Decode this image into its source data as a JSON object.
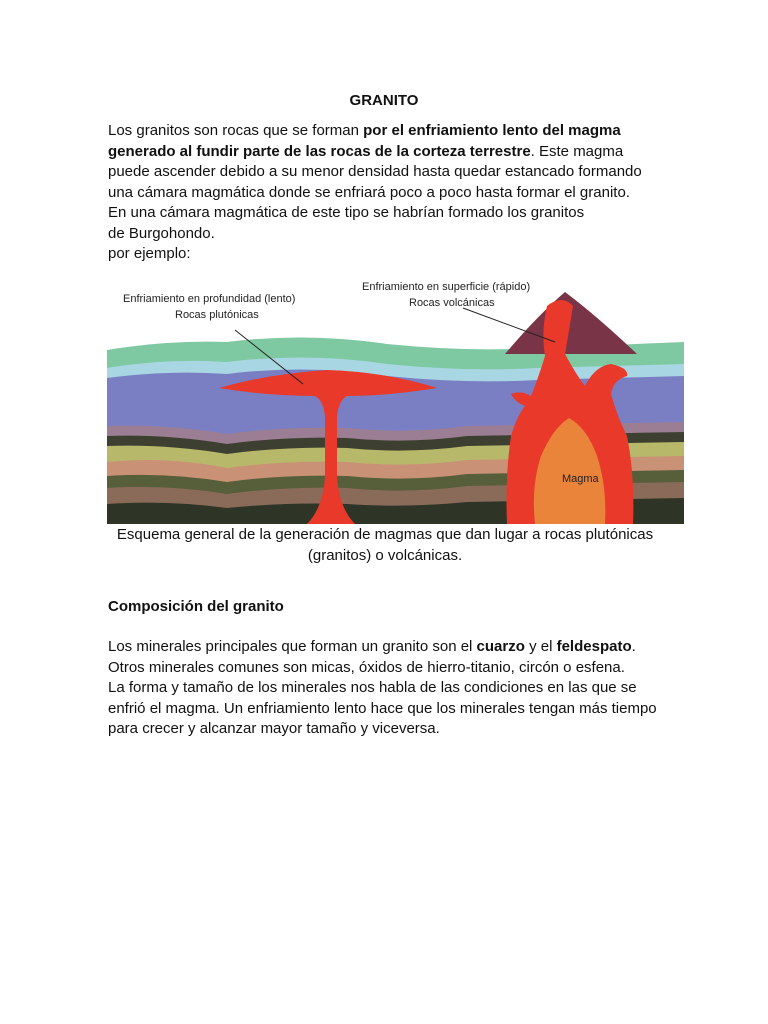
{
  "title": "GRANITO",
  "intro": {
    "line1_pre": "Los granitos son rocas que se forman ",
    "line1_bold": "por el enfriamiento lento del magma",
    "line2_bold": "generado al fundir parte de las rocas de la corteza terrestre",
    "line2_post": ". Este magma",
    "line3": "puede ascender debido a su menor densidad hasta quedar estancado formando",
    "line4": "una cámara magmática donde se enfriará poco a poco hasta formar el granito.",
    "line5": "En una cámara magmática de este tipo se habrían formado los granitos",
    "line6": "de Burgohondo.",
    "line7": "por ejemplo:"
  },
  "diagram": {
    "label_deep_1": "Enfriamiento en profundidad (lento)",
    "label_deep_2": "Rocas plutónicas",
    "label_surface_1": "Enfriamiento en superficie (rápido)",
    "label_surface_2": "Rocas volcánicas",
    "label_magma": "Magma",
    "colors": {
      "magma": "#e8392b",
      "magma_chamber": "#e9843a",
      "volcano": "#7a3448",
      "layer_green": "#7ec9a2",
      "layer_lightblue": "#a8d6e2",
      "layer_purple": "#7a7fc4"
    }
  },
  "caption": {
    "line1": "Esquema general de la generación de magmas que dan lugar a rocas plutónicas",
    "line2": "(granitos) o volcánicas."
  },
  "section": {
    "heading": "Composición del granito",
    "line1_pre": "Los minerales principales que forman un granito son el ",
    "line1_bold1": "cuarzo",
    "line1_mid": " y el ",
    "line1_bold2": "feldespato",
    "line1_post": ".",
    "line2": "Otros minerales comunes son micas, óxidos de hierro-titanio, circón o esfena.",
    "line3": "La forma y tamaño de los minerales nos habla de las condiciones en las que se",
    "line4": "enfrió el magma. Un enfriamiento lento hace que los minerales tengan más tiempo",
    "line5": "para crecer y alcanzar mayor tamaño y viceversa."
  }
}
